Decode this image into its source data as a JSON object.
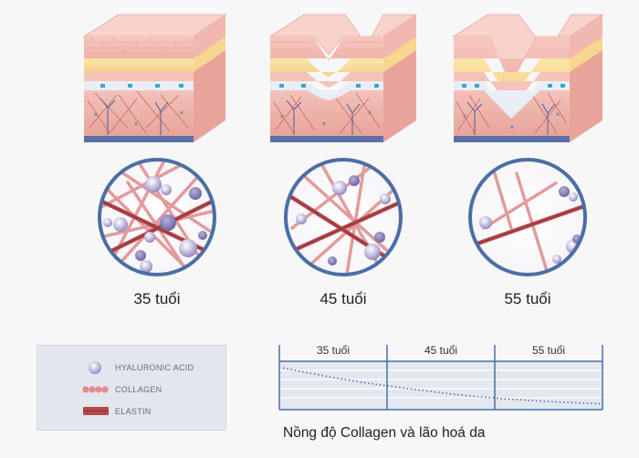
{
  "panels": [
    {
      "age_label": "35 tuổi"
    },
    {
      "age_label": "45 tuổi"
    },
    {
      "age_label": "55 tuổi"
    }
  ],
  "legend": {
    "items": [
      {
        "label": "HYALURONIC ACID",
        "icon": "hyaluronic-acid-icon"
      },
      {
        "label": "COLLAGEN",
        "icon": "collagen-icon"
      },
      {
        "label": "ELASTIN",
        "icon": "elastin-icon"
      }
    ]
  },
  "chart": {
    "columns": [
      "35 tuổi",
      "45 tuổi",
      "55 tuổi"
    ],
    "caption": "Nồng độ Collagen và lão hoá da"
  },
  "chart_data": {
    "type": "line",
    "categories": [
      "35 tuổi",
      "45 tuổi",
      "55 tuổi"
    ],
    "series": [
      {
        "values": [
          0.86,
          0.62,
          0.45,
          0.28,
          0.18,
          0.12
        ]
      }
    ],
    "x": [
      0,
      0.45,
      0.9,
      1.4,
      1.9,
      2.4
    ],
    "ylim": [
      0,
      1
    ],
    "grid": true,
    "line_style": "dotted"
  },
  "colors": {
    "accent_blue": "#4a6fa5",
    "collagen": "#d96f73",
    "elastin": "#b5474c",
    "hyaluronic": "#8f86b8"
  }
}
